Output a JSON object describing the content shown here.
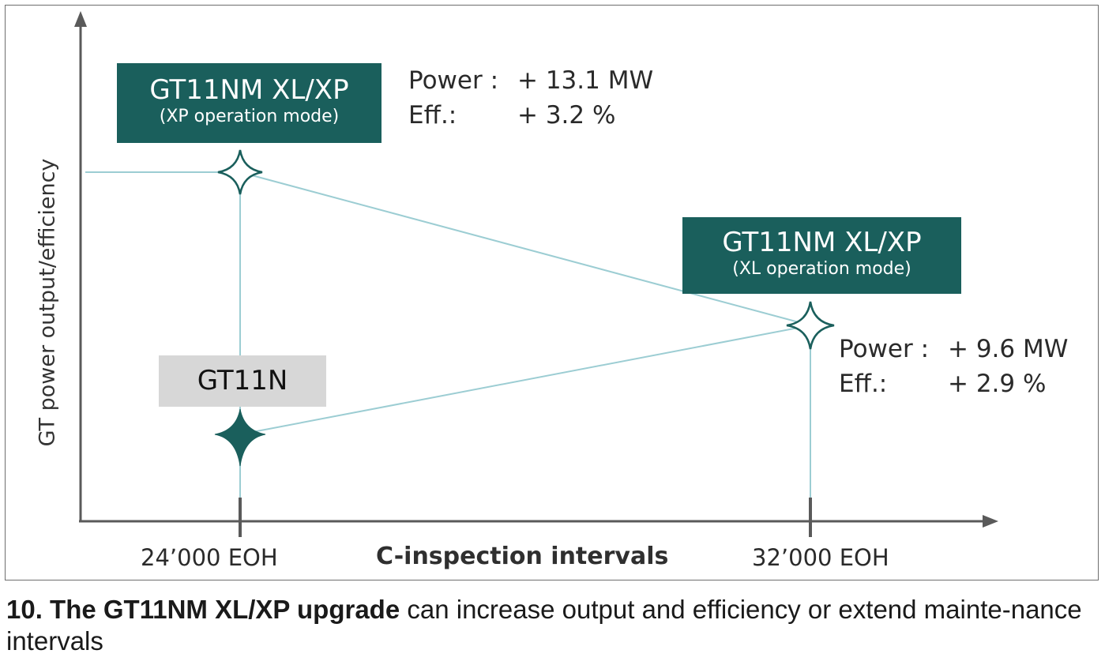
{
  "diagram": {
    "y_axis_label": "GT power output/efficiency",
    "x_axis_label": "C-inspection intervals",
    "x_ticks": [
      "24’000 EOH",
      "32’000 EOH"
    ],
    "xp_box": {
      "title": "GT11NM XL/XP",
      "subtitle": "(XP operation mode)"
    },
    "xl_box": {
      "title": "GT11NM XL/XP",
      "subtitle": "(XL operation mode)"
    },
    "base_box": {
      "title": "GT11N"
    },
    "xp_stats": {
      "power_label": "Power :",
      "power_value": "+ 13.1 MW",
      "eff_label": "Eff.:",
      "eff_value": "+ 3.2 %"
    },
    "xl_stats": {
      "power_label": "Power :",
      "power_value": "+ 9.6 MW",
      "eff_label": "Eff.:",
      "eff_value": "+ 2.9 %"
    }
  },
  "caption": {
    "bold": "10. The GT11NM XL/XP upgrade",
    "rest": " can increase output and efficiency or extend mainte-nance intervals"
  },
  "colors": {
    "teal": "#1a5f5c",
    "line": "#9ccdd3",
    "axis": "#5a5a5a",
    "grey_box": "#d7d7d7"
  }
}
